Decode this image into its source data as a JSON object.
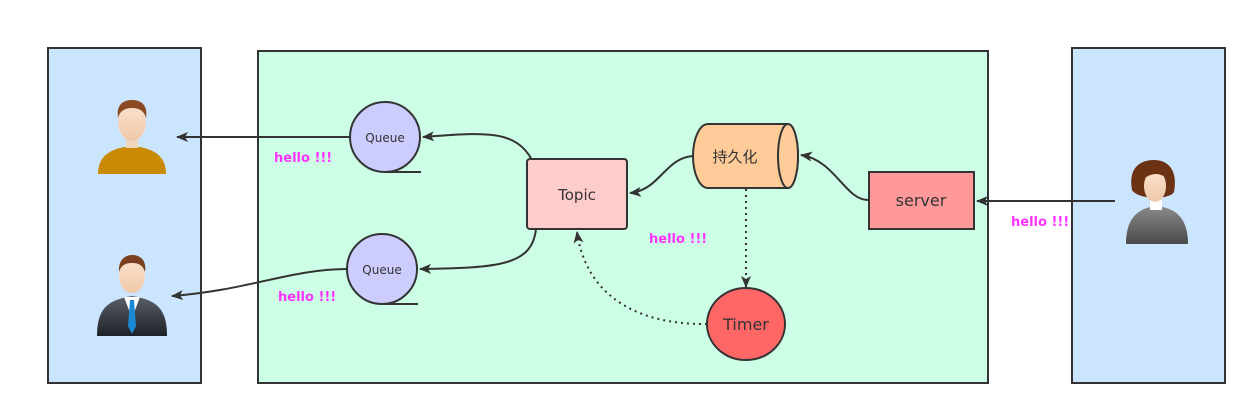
{
  "diagram": {
    "type": "message-flow",
    "colors": {
      "client_panel": "#cce5ff",
      "broker_panel": "#ccffe6",
      "queue": "#ccccff",
      "topic": "#ffcccc",
      "persistence": "#ffcc99",
      "server": "#ff9999",
      "timer": "#ff6666",
      "message_text": "#ff33ff",
      "stroke": "#333333"
    },
    "nodes": {
      "queue_top": "Queue",
      "queue_bottom": "Queue",
      "topic": "Topic",
      "persistence": "持久化",
      "server": "server",
      "timer": "Timer"
    },
    "actors": {
      "consumer_1": "user-casual-icon",
      "consumer_2": "user-businessman-icon",
      "producer": "user-woman-icon"
    },
    "messages": {
      "to_consumer_1": "hello !!!",
      "to_consumer_2": "hello !!!",
      "topic_timer": "hello !!!",
      "from_producer": "hello !!!"
    },
    "edges": [
      {
        "from": "producer",
        "to": "server",
        "style": "solid"
      },
      {
        "from": "server",
        "to": "persistence",
        "style": "solid"
      },
      {
        "from": "persistence",
        "to": "topic",
        "style": "solid"
      },
      {
        "from": "persistence",
        "to": "timer",
        "style": "dotted"
      },
      {
        "from": "timer",
        "to": "topic",
        "style": "dotted"
      },
      {
        "from": "topic",
        "to": "queue_top",
        "style": "solid"
      },
      {
        "from": "topic",
        "to": "queue_bottom",
        "style": "solid"
      },
      {
        "from": "queue_top",
        "to": "consumer_1",
        "style": "solid"
      },
      {
        "from": "queue_bottom",
        "to": "consumer_2",
        "style": "solid"
      }
    ]
  }
}
